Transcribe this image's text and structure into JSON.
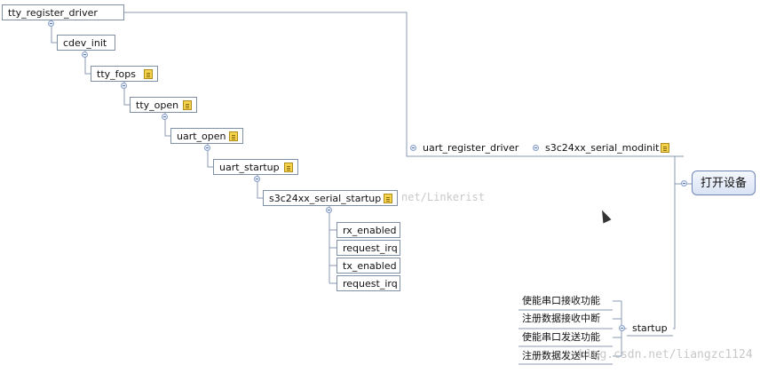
{
  "tree": {
    "center": "打开设备",
    "tty_register_driver": "tty_register_driver",
    "cdev_init": "cdev_init",
    "tty_fops": "tty_fops",
    "tty_open": "tty_open",
    "uart_open": "uart_open",
    "uart_startup": "uart_startup",
    "s3c24xx_serial_startup": "s3c24xx_serial_startup",
    "startup_children": [
      "rx_enabled",
      "request_irq",
      "tx_enabled",
      "request_irq"
    ],
    "uart_register_driver": "uart_register_driver",
    "s3c24xx_serial_modinit": "s3c24xx_serial_modinit",
    "startup": "startup",
    "startup_notes": [
      "使能串口接收功能",
      "注册数据接收中断",
      "使能串口发送功能",
      "注册数据发送中断"
    ]
  },
  "watermark": {
    "top": "net/Linkerist",
    "bottom": "blog.csdn.net/liangzc1124"
  },
  "colors": {
    "line": "#8a99b4",
    "center_border": "#6f86b5",
    "doc_icon": "#f4d24a"
  }
}
